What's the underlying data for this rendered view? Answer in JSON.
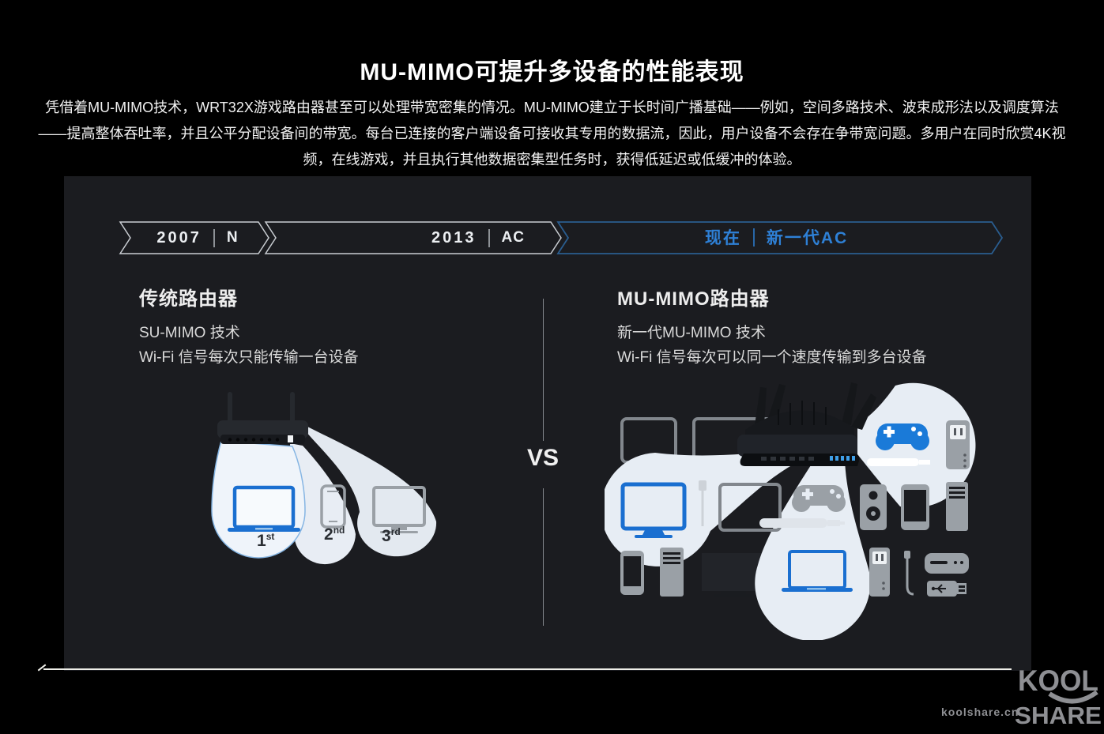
{
  "page": {
    "background": "#000000"
  },
  "header": {
    "title": "MU-MIMO可提升多设备的性能表现"
  },
  "intro": {
    "line1": "凭借着MU-MIMO技术，WRT32X游戏路由器甚至可以处理带宽密集的情况。MU-MIMO建立于长时间广播基础——例如，空间多路技术、波束成形法以及调度算法",
    "line2": "——提高整体吞吐率，并且公平分配设备间的带宽。每台已连接的客户端设备可接收其专用的数据流，因此，用户设备不会存在争带宽问题。多用户在同时欣赏4K视",
    "line3": "频，在线游戏，并且执行其他数据密集型任务时，获得低延迟或低缓冲的体验。"
  },
  "timeline": {
    "segments": [
      {
        "year": "2007",
        "standard": "N"
      },
      {
        "year": "2013",
        "standard": "AC"
      },
      {
        "year": "现在",
        "standard": "新一代AC"
      }
    ]
  },
  "comparison": {
    "vs_label": "VS",
    "left": {
      "title": "传统路由器",
      "subtitle": "SU-MIMO 技术",
      "description": "Wi-Fi 信号每次只能传输一台设备",
      "order_labels": [
        {
          "number": "1",
          "suffix": "st"
        },
        {
          "number": "2",
          "suffix": "nd"
        },
        {
          "number": "3",
          "suffix": "rd"
        }
      ],
      "devices": [
        "laptop",
        "smartphone",
        "tv"
      ]
    },
    "right": {
      "title": "MU-MIMO路由器",
      "subtitle": "新一代MU-MIMO 技术",
      "description": "Wi-Fi 信号每次可以同一个速度传输到多台设备",
      "highlighted_devices": [
        "game-controller",
        "monitor",
        "laptop"
      ]
    }
  },
  "watermark": {
    "logo_top": "KOOL",
    "logo_bottom": "SHARE",
    "site": "koolshare.cn"
  },
  "colors": {
    "accent_blue": "#2e80d6",
    "device_blue": "#1a6fd0",
    "beam": "#e7edf4",
    "panel_background": "#1b1c20",
    "timeline_border": "#c9cdd2",
    "timeline_border_active": "#2a5d8f"
  }
}
